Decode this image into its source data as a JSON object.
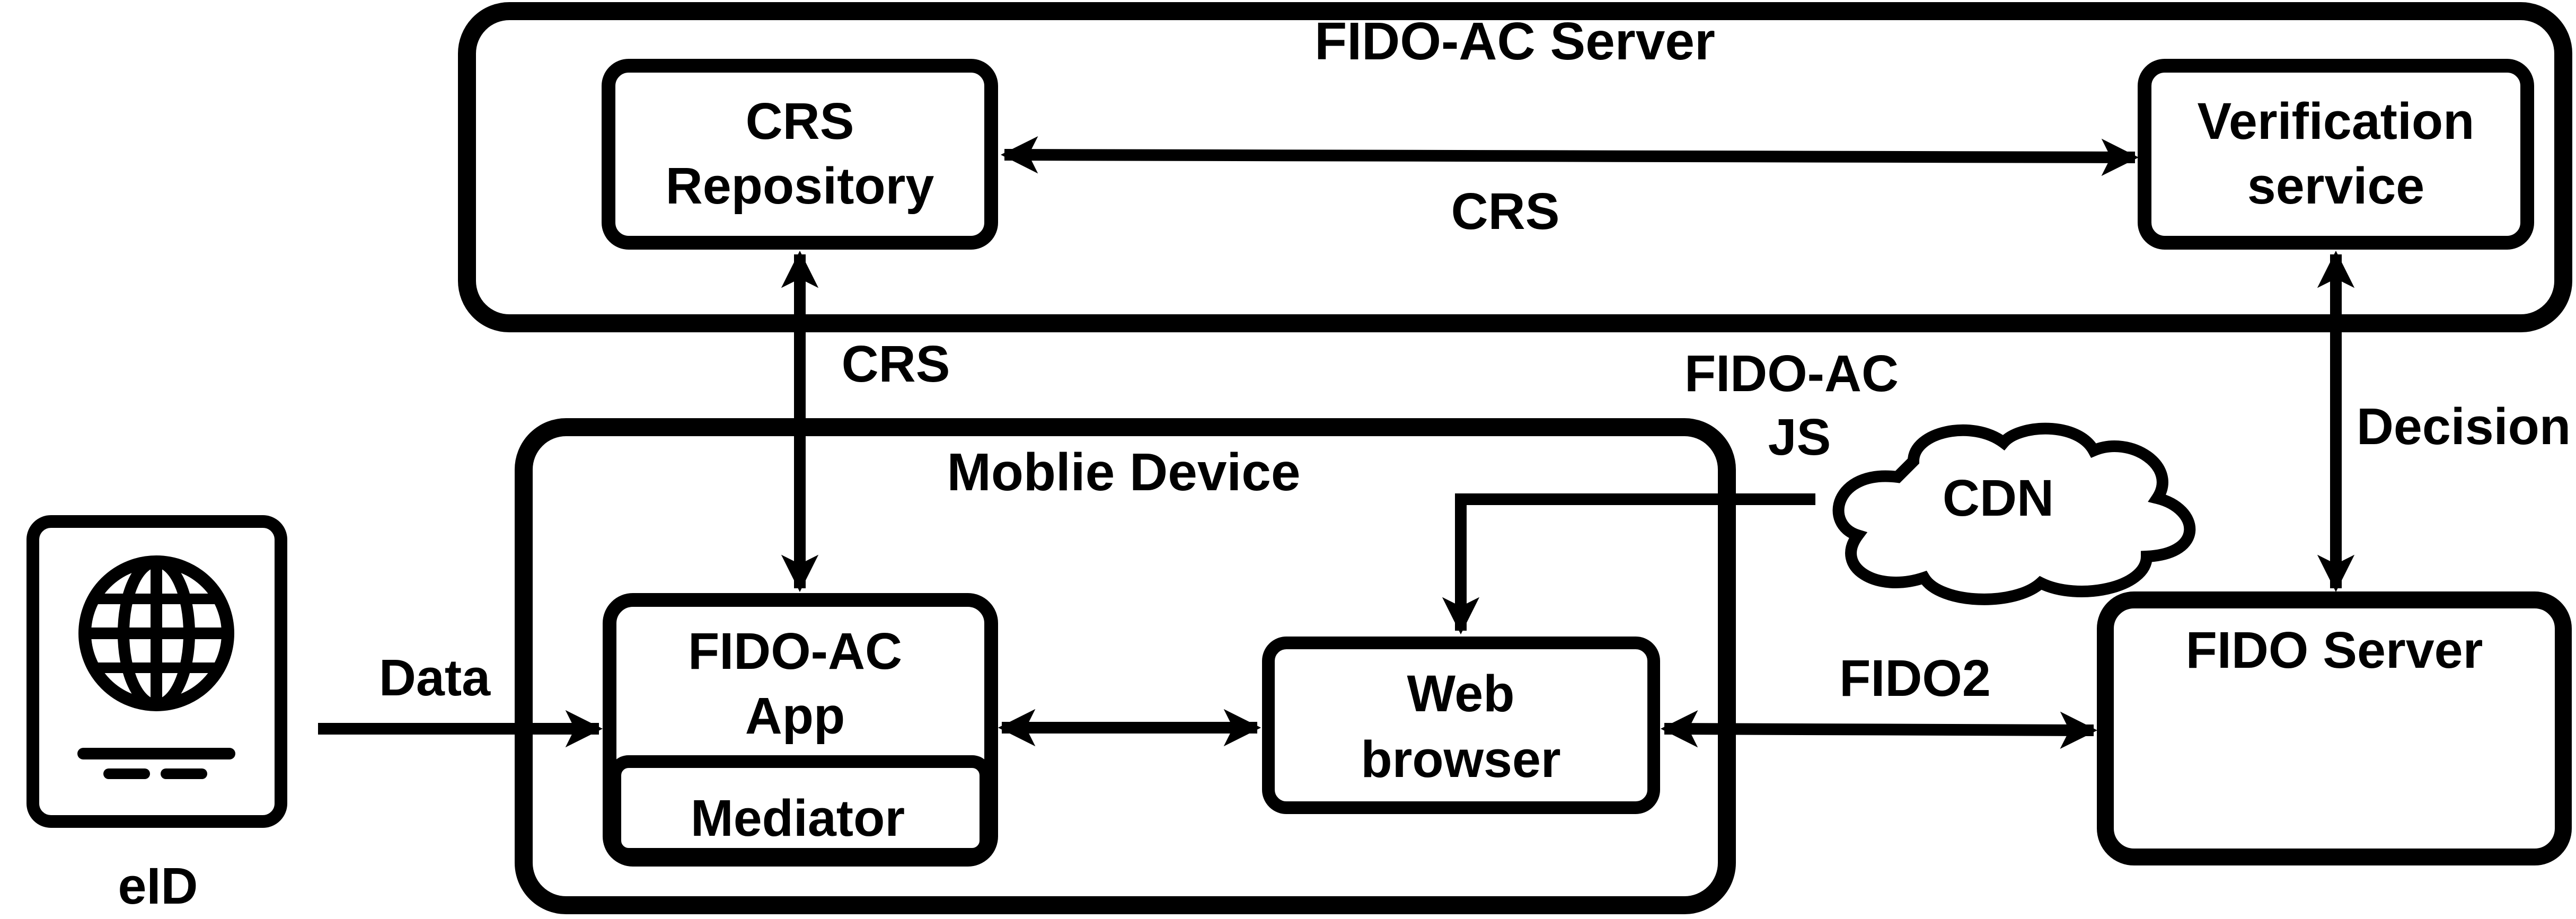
{
  "diagram": {
    "containers": {
      "fido_ac_server": "FIDO-AC Server",
      "mobile_device": "Moblie Device"
    },
    "nodes": {
      "crs_repository": [
        "CRS",
        "Repository"
      ],
      "verification_service": [
        "Verification",
        "service"
      ],
      "fido_ac_app": [
        "FIDO-AC",
        "App"
      ],
      "mediator": "Mediator",
      "web_browser": [
        "Web",
        "browser"
      ],
      "fido_server": "FIDO Server",
      "cdn": "CDN",
      "eid": "eID"
    },
    "edges": {
      "crs_horizontal": "CRS",
      "crs_vertical": "CRS",
      "decision": "Decision",
      "fido_ac_js": [
        "FIDO-AC",
        "JS"
      ],
      "data": "Data",
      "fido2": "FIDO2"
    }
  }
}
